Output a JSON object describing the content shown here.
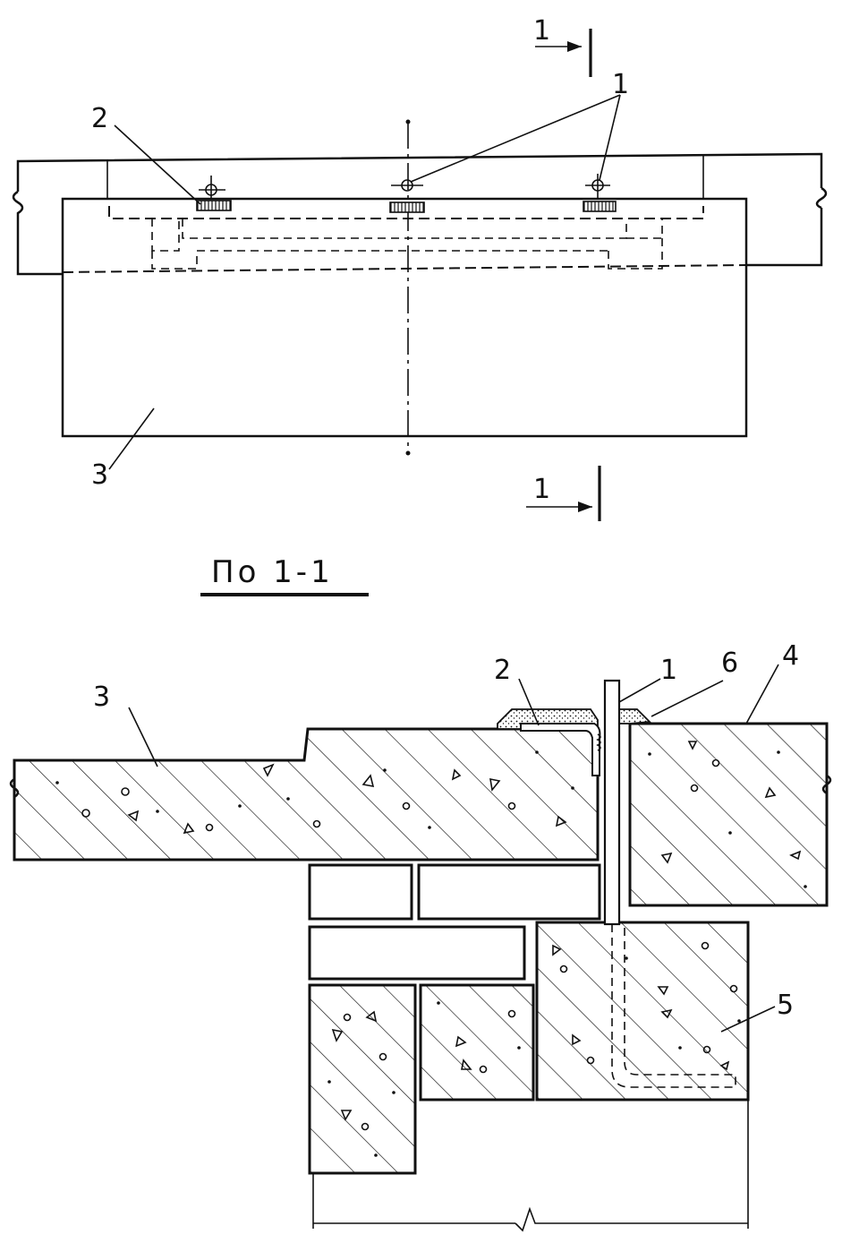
{
  "plan": {
    "section_mark_top": "1",
    "section_mark_bottom": "1",
    "callout_1": "1",
    "callout_2": "2",
    "callout_3": "3"
  },
  "section": {
    "title": "По 1-1",
    "callout_1": "1",
    "callout_2": "2",
    "callout_3": "3",
    "callout_4": "4",
    "callout_5": "5",
    "callout_6": "6"
  }
}
